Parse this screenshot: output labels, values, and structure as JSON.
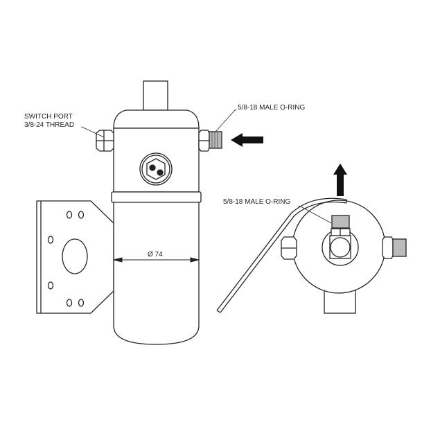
{
  "labels": {
    "switch_port_line1": "SWITCH PORT",
    "switch_port_line2": "3/8-24 THREAD",
    "inlet_fitting": "5/8-18 MALE O-RING",
    "outlet_fitting": "5/8-18 MALE O-RING",
    "diameter": "Ø 74"
  },
  "colors": {
    "line": "#222222",
    "background": "#ffffff"
  }
}
